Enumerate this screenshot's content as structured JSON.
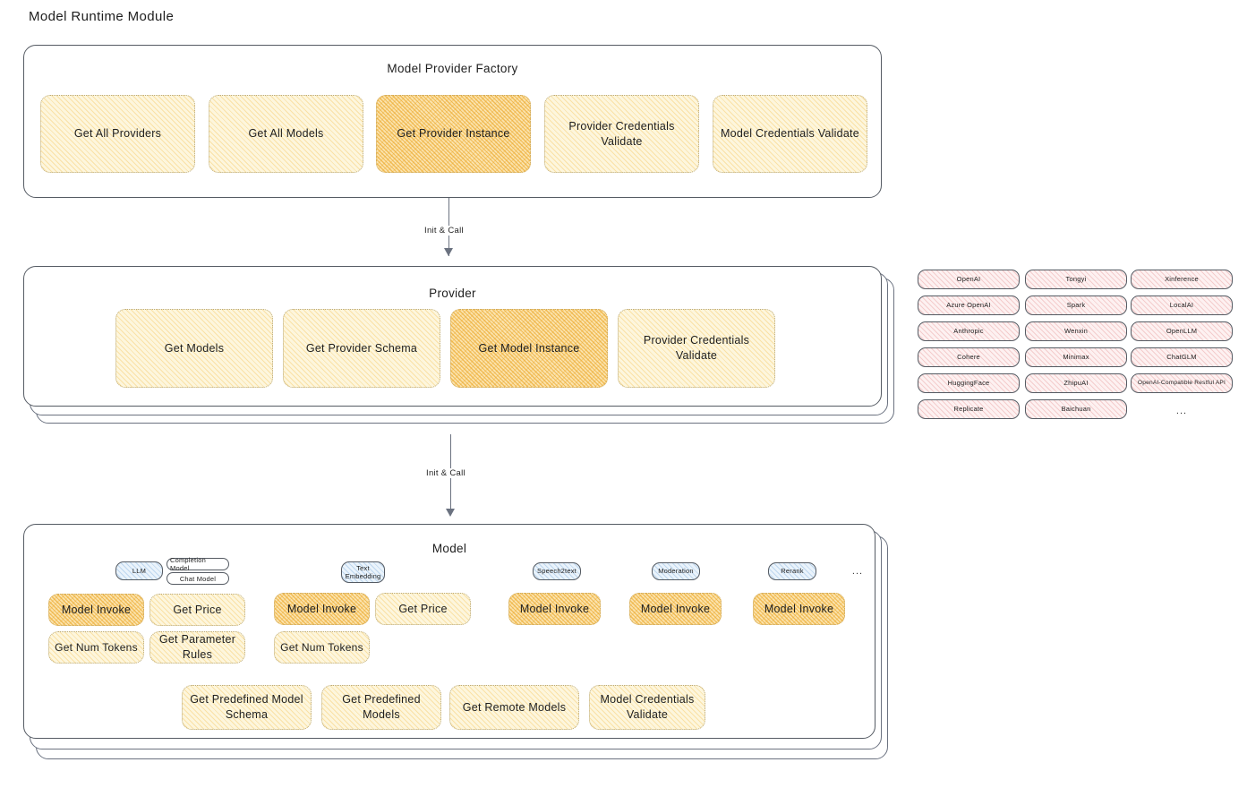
{
  "page": {
    "title": "Model Runtime Module"
  },
  "factory": {
    "title": "Model Provider Factory",
    "boxes": [
      {
        "label": "Get All Providers",
        "highlight": false
      },
      {
        "label": "Get All Models",
        "highlight": false
      },
      {
        "label": "Get Provider Instance",
        "highlight": true
      },
      {
        "label": "Provider Credentials Validate",
        "highlight": false
      },
      {
        "label": "Model Credentials Validate",
        "highlight": false
      }
    ]
  },
  "arrows": [
    {
      "label": "Init & Call"
    },
    {
      "label": "Init & Call"
    }
  ],
  "provider": {
    "title": "Provider",
    "boxes": [
      {
        "label": "Get Models",
        "highlight": false
      },
      {
        "label": "Get Provider Schema",
        "highlight": false
      },
      {
        "label": "Get Model Instance",
        "highlight": true
      },
      {
        "label": "Provider Credentials Validate",
        "highlight": false
      }
    ]
  },
  "provider_list": {
    "columns": [
      [
        "OpenAI",
        "Azure OpenAI",
        "Anthropic",
        "Cohere",
        "HuggingFace",
        "Replicate"
      ],
      [
        "Tongyi",
        "Spark",
        "Wenxin",
        "Minimax",
        "ZhipuAI",
        "Baichuan"
      ],
      [
        "Xinference",
        "LocalAI",
        "OpenLLM",
        "ChatGLM",
        "OpenAI-Compatible Restful API"
      ]
    ],
    "more": "..."
  },
  "model": {
    "title": "Model",
    "more": "...",
    "types": [
      {
        "badge": "LLM",
        "tags": [
          "Completion Model",
          "Chat Model"
        ],
        "methods": [
          {
            "label": "Model Invoke",
            "highlight": true
          },
          {
            "label": "Get Price",
            "highlight": false
          },
          {
            "label": "Get Num Tokens",
            "highlight": false
          },
          {
            "label": "Get Parameter Rules",
            "highlight": false
          }
        ]
      },
      {
        "badge": "Text Embedding",
        "tags": [],
        "methods": [
          {
            "label": "Model Invoke",
            "highlight": true
          },
          {
            "label": "Get Price",
            "highlight": false
          },
          {
            "label": "Get Num Tokens",
            "highlight": false
          }
        ]
      },
      {
        "badge": "Speech2text",
        "tags": [],
        "methods": [
          {
            "label": "Model Invoke",
            "highlight": true
          }
        ]
      },
      {
        "badge": "Moderation",
        "tags": [],
        "methods": [
          {
            "label": "Model Invoke",
            "highlight": true
          }
        ]
      },
      {
        "badge": "Rerank",
        "tags": [],
        "methods": [
          {
            "label": "Model Invoke",
            "highlight": true
          }
        ]
      }
    ],
    "common": [
      {
        "label": "Get Predefined Model Schema"
      },
      {
        "label": "Get Predefined Models"
      },
      {
        "label": "Get Remote Models"
      },
      {
        "label": "Model Credentials Validate"
      }
    ]
  },
  "colors": {
    "stroke": "#555b63",
    "highlight_fill": "#fbe3ad",
    "light_fill": "#fdf6dd",
    "provider_chip_fill": "#fdf1f1",
    "badge_fill": "#eaf3fb"
  }
}
